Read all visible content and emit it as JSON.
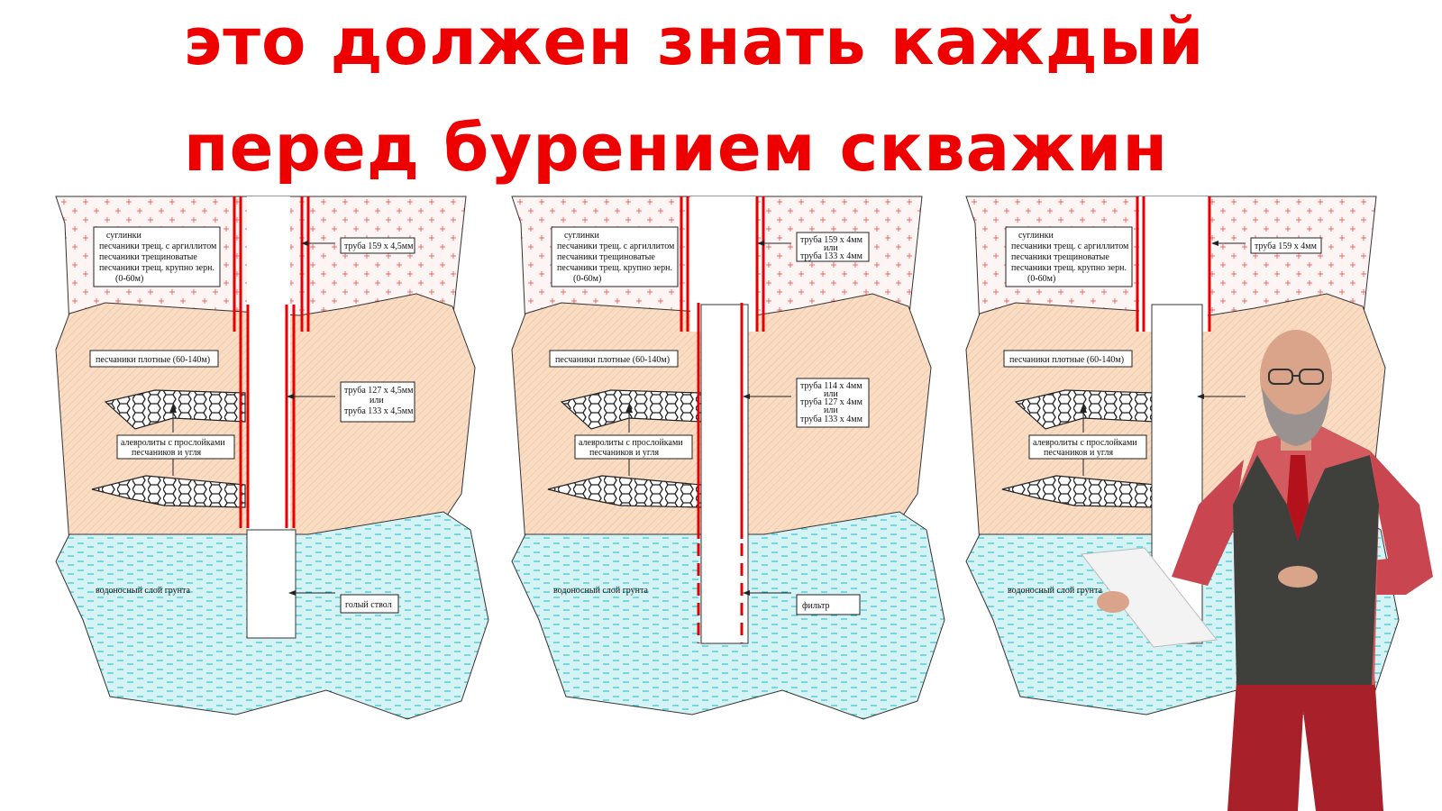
{
  "title": {
    "line1": "это должен знать каждый",
    "line2": "перед бурением скважин"
  },
  "colors": {
    "title_red": "#ee0000",
    "clay_bg": "#fdf4f4",
    "clay_cross": "#ee6b6b",
    "sand_bg": "#f9dcc4",
    "water_bg": "#d3f3f4",
    "water_dash": "#22b7c4",
    "pipe_red": "#e60000"
  },
  "layer_labels": {
    "clay_lines": [
      "суглинки",
      "песчаники трещ. с аргиллитом",
      "песчаники трещиноватые",
      "песчаники трещ. крупно зерн.",
      "(0-60м)"
    ],
    "sandstone": "песчаники плотные  (60-140м)",
    "siltstone_lines": [
      "алевролиты с прослойками",
      "песчаников и угля"
    ],
    "aquifer": "водоносный слой грунта"
  },
  "wells": [
    {
      "id": "bare-hole",
      "top_pipe": [
        "труба 159 х 4,5мм"
      ],
      "middle_pipe": [
        "труба 127 х 4,5мм",
        "или",
        "труба 133 х 4,5мм"
      ],
      "bottom": "голый ствол"
    },
    {
      "id": "filter",
      "top_pipe": [
        "труба 159 х 4мм",
        "или",
        "труба 133 х 4мм"
      ],
      "middle_pipe": [
        "труба 114 х 4мм",
        "или",
        "труба 127 х 4мм",
        "или",
        "труба 133 х 4мм"
      ],
      "bottom": "фильтр"
    },
    {
      "id": "third",
      "top_pipe": [
        "труба 159 х 4мм"
      ]
    }
  ]
}
